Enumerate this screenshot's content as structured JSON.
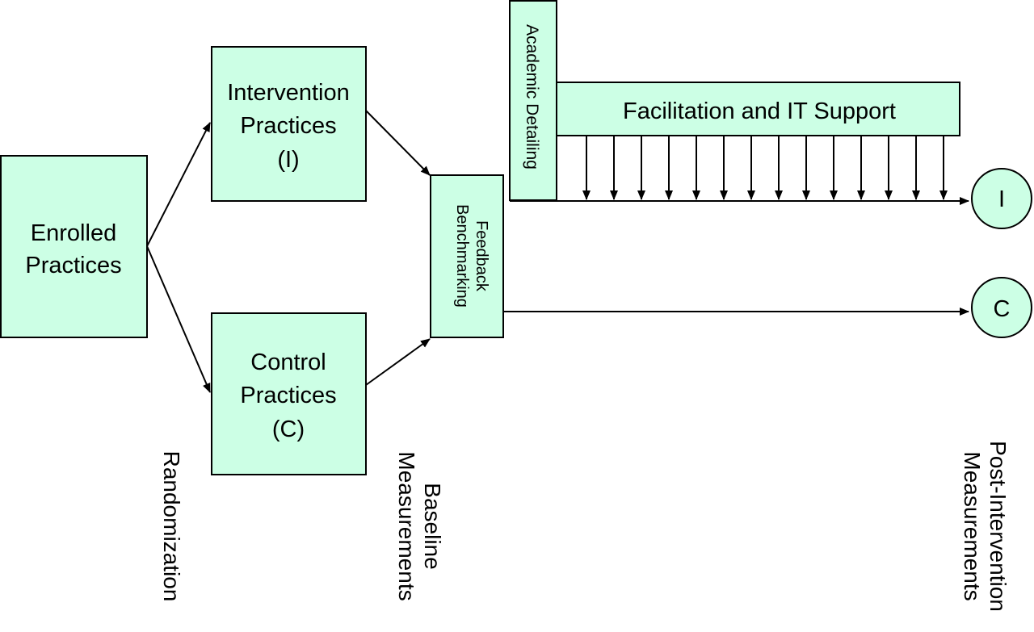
{
  "nodes": {
    "enrolled": {
      "line1": "Enrolled",
      "line2": "Practices"
    },
    "intervention": {
      "line1": "Intervention",
      "line2": "Practices",
      "line3": "(I)"
    },
    "control": {
      "line1": "Control",
      "line2": "Practices",
      "line3": "(C)"
    },
    "feedback": {
      "line1": "Feedback",
      "line2": "Benchmarking"
    },
    "academic_detailing": {
      "label": "Academic Detailing"
    },
    "facilitation": {
      "label": "Facilitation and IT Support"
    },
    "outcome_i": {
      "label": "I"
    },
    "outcome_c": {
      "label": "C"
    }
  },
  "phase_labels": {
    "randomization": "Randomization",
    "baseline": {
      "line1": "Baseline",
      "line2": "Measurements"
    },
    "post": {
      "line1": "Post-Intervention",
      "line2": "Measurements"
    }
  },
  "colors": {
    "box_fill": "#ccffe5",
    "stroke": "#000000"
  },
  "support_arrow_count": 14
}
